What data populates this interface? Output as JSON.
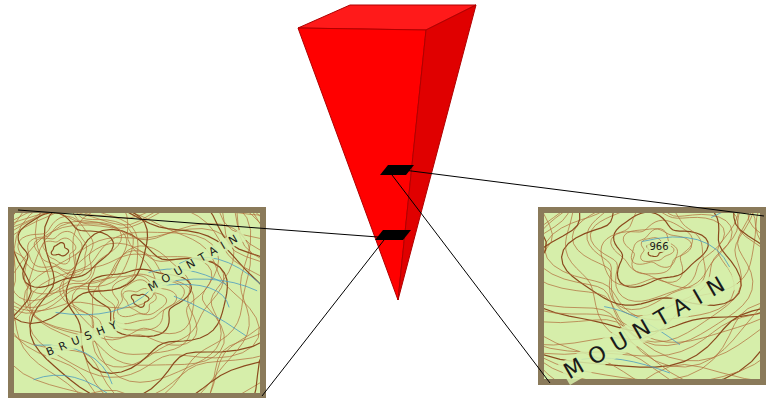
{
  "diagram": {
    "labels": [
      "BRUSHY",
      "MOUNTAIN",
      "966",
      "MOUNTAIN"
    ]
  }
}
